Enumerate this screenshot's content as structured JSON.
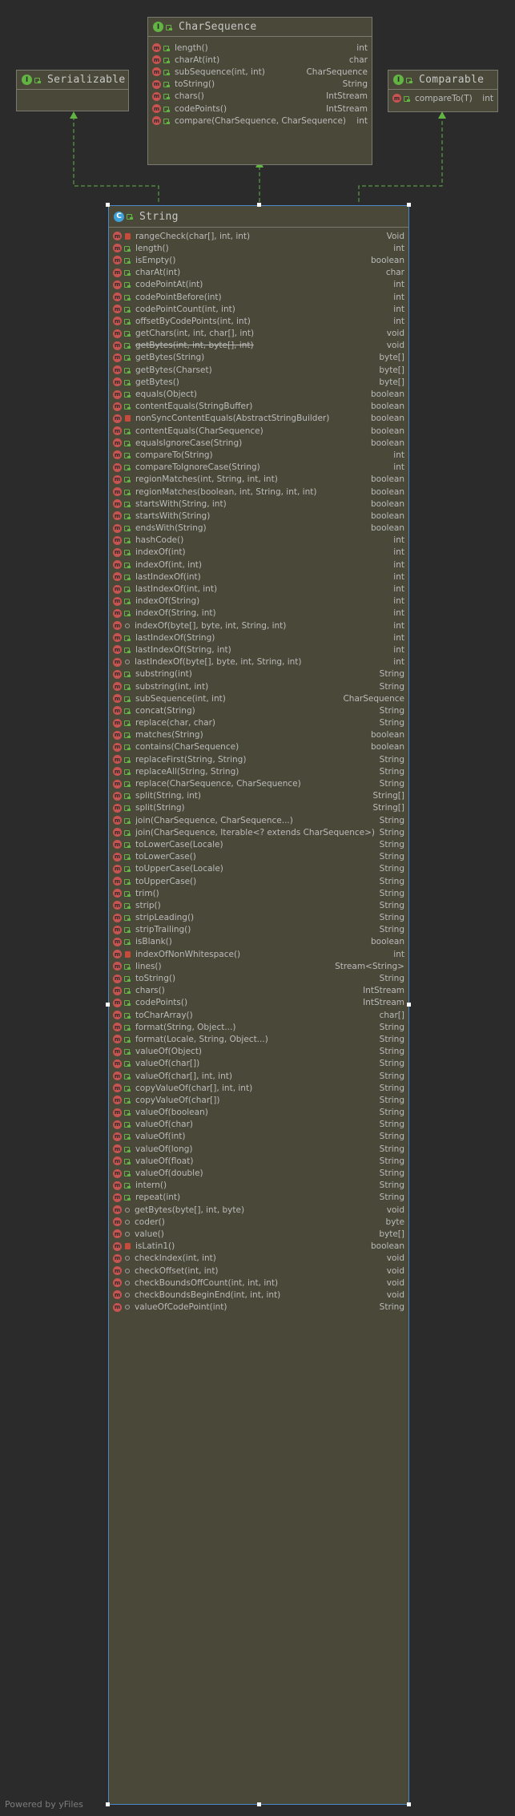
{
  "interfaces": {
    "serializable": {
      "name": "Serializable",
      "members": []
    },
    "char_sequence": {
      "name": "CharSequence",
      "members": [
        {
          "name": "length()",
          "type": "int"
        },
        {
          "name": "charAt(int)",
          "type": "char"
        },
        {
          "name": "subSequence(int, int)",
          "type": "CharSequence"
        },
        {
          "name": "toString()",
          "type": "String"
        },
        {
          "name": "chars()",
          "type": "IntStream"
        },
        {
          "name": "codePoints()",
          "type": "IntStream"
        },
        {
          "name": "compare(CharSequence, CharSequence)",
          "type": "int"
        }
      ]
    },
    "comparable": {
      "name": "Comparable",
      "members": [
        {
          "name": "compareTo(T)",
          "type": "int"
        }
      ]
    }
  },
  "string_class": {
    "name": "String",
    "members": [
      {
        "name": "rangeCheck(char[], int, int)",
        "type": "Void",
        "vis": "private"
      },
      {
        "name": "length()",
        "type": "int",
        "vis": "public"
      },
      {
        "name": "isEmpty()",
        "type": "boolean",
        "vis": "public"
      },
      {
        "name": "charAt(int)",
        "type": "char",
        "vis": "public"
      },
      {
        "name": "codePointAt(int)",
        "type": "int",
        "vis": "public"
      },
      {
        "name": "codePointBefore(int)",
        "type": "int",
        "vis": "public"
      },
      {
        "name": "codePointCount(int, int)",
        "type": "int",
        "vis": "public"
      },
      {
        "name": "offsetByCodePoints(int, int)",
        "type": "int",
        "vis": "public"
      },
      {
        "name": "getChars(int, int, char[], int)",
        "type": "void",
        "vis": "public"
      },
      {
        "name": "getBytes(int, int, byte[], int)",
        "type": "void",
        "vis": "public",
        "deprecated": true
      },
      {
        "name": "getBytes(String)",
        "type": "byte[]",
        "vis": "public"
      },
      {
        "name": "getBytes(Charset)",
        "type": "byte[]",
        "vis": "public"
      },
      {
        "name": "getBytes()",
        "type": "byte[]",
        "vis": "public"
      },
      {
        "name": "equals(Object)",
        "type": "boolean",
        "vis": "public"
      },
      {
        "name": "contentEquals(StringBuffer)",
        "type": "boolean",
        "vis": "public"
      },
      {
        "name": "nonSyncContentEquals(AbstractStringBuilder)",
        "type": "boolean",
        "vis": "private"
      },
      {
        "name": "contentEquals(CharSequence)",
        "type": "boolean",
        "vis": "public"
      },
      {
        "name": "equalsIgnoreCase(String)",
        "type": "boolean",
        "vis": "public"
      },
      {
        "name": "compareTo(String)",
        "type": "int",
        "vis": "public"
      },
      {
        "name": "compareToIgnoreCase(String)",
        "type": "int",
        "vis": "public"
      },
      {
        "name": "regionMatches(int, String, int, int)",
        "type": "boolean",
        "vis": "public"
      },
      {
        "name": "regionMatches(boolean, int, String, int, int)",
        "type": "boolean",
        "vis": "public"
      },
      {
        "name": "startsWith(String, int)",
        "type": "boolean",
        "vis": "public"
      },
      {
        "name": "startsWith(String)",
        "type": "boolean",
        "vis": "public"
      },
      {
        "name": "endsWith(String)",
        "type": "boolean",
        "vis": "public"
      },
      {
        "name": "hashCode()",
        "type": "int",
        "vis": "public"
      },
      {
        "name": "indexOf(int)",
        "type": "int",
        "vis": "public"
      },
      {
        "name": "indexOf(int, int)",
        "type": "int",
        "vis": "public"
      },
      {
        "name": "lastIndexOf(int)",
        "type": "int",
        "vis": "public"
      },
      {
        "name": "lastIndexOf(int, int)",
        "type": "int",
        "vis": "public"
      },
      {
        "name": "indexOf(String)",
        "type": "int",
        "vis": "public"
      },
      {
        "name": "indexOf(String, int)",
        "type": "int",
        "vis": "public"
      },
      {
        "name": "indexOf(byte[], byte, int, String, int)",
        "type": "int",
        "vis": "package",
        "static": true
      },
      {
        "name": "lastIndexOf(String)",
        "type": "int",
        "vis": "public"
      },
      {
        "name": "lastIndexOf(String, int)",
        "type": "int",
        "vis": "public"
      },
      {
        "name": "lastIndexOf(byte[], byte, int, String, int)",
        "type": "int",
        "vis": "package",
        "static": true
      },
      {
        "name": "substring(int)",
        "type": "String",
        "vis": "public"
      },
      {
        "name": "substring(int, int)",
        "type": "String",
        "vis": "public"
      },
      {
        "name": "subSequence(int, int)",
        "type": "CharSequence",
        "vis": "public"
      },
      {
        "name": "concat(String)",
        "type": "String",
        "vis": "public"
      },
      {
        "name": "replace(char, char)",
        "type": "String",
        "vis": "public"
      },
      {
        "name": "matches(String)",
        "type": "boolean",
        "vis": "public"
      },
      {
        "name": "contains(CharSequence)",
        "type": "boolean",
        "vis": "public"
      },
      {
        "name": "replaceFirst(String, String)",
        "type": "String",
        "vis": "public"
      },
      {
        "name": "replaceAll(String, String)",
        "type": "String",
        "vis": "public"
      },
      {
        "name": "replace(CharSequence, CharSequence)",
        "type": "String",
        "vis": "public"
      },
      {
        "name": "split(String, int)",
        "type": "String[]",
        "vis": "public"
      },
      {
        "name": "split(String)",
        "type": "String[]",
        "vis": "public"
      },
      {
        "name": "join(CharSequence, CharSequence...)",
        "type": "String",
        "vis": "public",
        "static": true
      },
      {
        "name": "join(CharSequence, Iterable<? extends CharSequence>)",
        "type": "String",
        "vis": "public",
        "static": true
      },
      {
        "name": "toLowerCase(Locale)",
        "type": "String",
        "vis": "public"
      },
      {
        "name": "toLowerCase()",
        "type": "String",
        "vis": "public"
      },
      {
        "name": "toUpperCase(Locale)",
        "type": "String",
        "vis": "public"
      },
      {
        "name": "toUpperCase()",
        "type": "String",
        "vis": "public"
      },
      {
        "name": "trim()",
        "type": "String",
        "vis": "public"
      },
      {
        "name": "strip()",
        "type": "String",
        "vis": "public"
      },
      {
        "name": "stripLeading()",
        "type": "String",
        "vis": "public"
      },
      {
        "name": "stripTrailing()",
        "type": "String",
        "vis": "public"
      },
      {
        "name": "isBlank()",
        "type": "boolean",
        "vis": "public"
      },
      {
        "name": "indexOfNonWhitespace()",
        "type": "int",
        "vis": "private"
      },
      {
        "name": "lines()",
        "type": "Stream<String>",
        "vis": "public"
      },
      {
        "name": "toString()",
        "type": "String",
        "vis": "public"
      },
      {
        "name": "chars()",
        "type": "IntStream",
        "vis": "public"
      },
      {
        "name": "codePoints()",
        "type": "IntStream",
        "vis": "public"
      },
      {
        "name": "toCharArray()",
        "type": "char[]",
        "vis": "public"
      },
      {
        "name": "format(String, Object...)",
        "type": "String",
        "vis": "public",
        "static": true
      },
      {
        "name": "format(Locale, String, Object...)",
        "type": "String",
        "vis": "public",
        "static": true
      },
      {
        "name": "valueOf(Object)",
        "type": "String",
        "vis": "public",
        "static": true
      },
      {
        "name": "valueOf(char[])",
        "type": "String",
        "vis": "public",
        "static": true
      },
      {
        "name": "valueOf(char[], int, int)",
        "type": "String",
        "vis": "public",
        "static": true
      },
      {
        "name": "copyValueOf(char[], int, int)",
        "type": "String",
        "vis": "public",
        "static": true
      },
      {
        "name": "copyValueOf(char[])",
        "type": "String",
        "vis": "public",
        "static": true
      },
      {
        "name": "valueOf(boolean)",
        "type": "String",
        "vis": "public",
        "static": true
      },
      {
        "name": "valueOf(char)",
        "type": "String",
        "vis": "public",
        "static": true
      },
      {
        "name": "valueOf(int)",
        "type": "String",
        "vis": "public",
        "static": true
      },
      {
        "name": "valueOf(long)",
        "type": "String",
        "vis": "public",
        "static": true
      },
      {
        "name": "valueOf(float)",
        "type": "String",
        "vis": "public",
        "static": true
      },
      {
        "name": "valueOf(double)",
        "type": "String",
        "vis": "public",
        "static": true
      },
      {
        "name": "intern()",
        "type": "String",
        "vis": "public"
      },
      {
        "name": "repeat(int)",
        "type": "String",
        "vis": "public"
      },
      {
        "name": "getBytes(byte[], int, byte)",
        "type": "void",
        "vis": "package"
      },
      {
        "name": "coder()",
        "type": "byte",
        "vis": "package"
      },
      {
        "name": "value()",
        "type": "byte[]",
        "vis": "package"
      },
      {
        "name": "isLatin1()",
        "type": "boolean",
        "vis": "private"
      },
      {
        "name": "checkIndex(int, int)",
        "type": "void",
        "vis": "package",
        "static": true
      },
      {
        "name": "checkOffset(int, int)",
        "type": "void",
        "vis": "package",
        "static": true
      },
      {
        "name": "checkBoundsOffCount(int, int, int)",
        "type": "void",
        "vis": "package",
        "static": true
      },
      {
        "name": "checkBoundsBeginEnd(int, int, int)",
        "type": "void",
        "vis": "package",
        "static": true
      },
      {
        "name": "valueOfCodePoint(int)",
        "type": "String",
        "vis": "package",
        "static": true
      }
    ]
  },
  "icons": {
    "interface_kind": "interface-icon",
    "class_kind": "class-icon",
    "method": "method-icon",
    "public": "public-visibility-icon",
    "private": "private-lock-icon",
    "package": "package-visibility-icon"
  },
  "colors": {
    "background": "#2b2b2b",
    "node_fill": "#4a4839",
    "node_border": "#7a7a6e",
    "selected_border": "#4a88c7",
    "edge": "#62b543",
    "method_icon": "#c75450"
  },
  "footer": "Powered by yFiles"
}
